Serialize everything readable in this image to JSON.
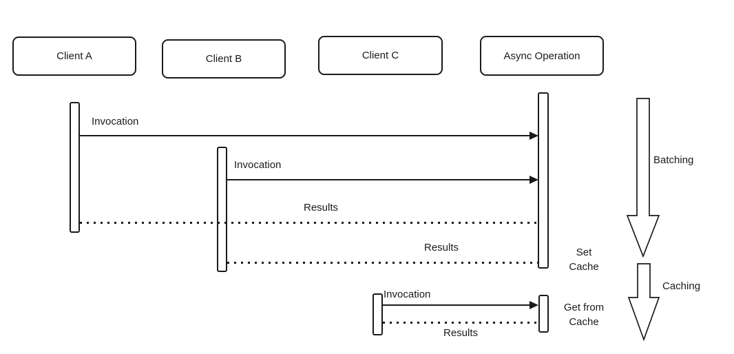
{
  "diagram": {
    "type": "sequence-diagram",
    "actors": [
      {
        "label": "Client A"
      },
      {
        "label": "Client B"
      },
      {
        "label": "Client C"
      },
      {
        "label": "Async Operation"
      }
    ],
    "messages": [
      {
        "label": "Invocation",
        "type": "solid-arrow",
        "from": "Client A",
        "to": "Async Operation"
      },
      {
        "label": "Invocation",
        "type": "solid-arrow",
        "from": "Client B",
        "to": "Async Operation"
      },
      {
        "label": "Results",
        "type": "dotted-line",
        "from": "Async Operation",
        "to": "Client A"
      },
      {
        "label": "Results",
        "type": "dotted-line",
        "from": "Async Operation",
        "to": "Client B"
      },
      {
        "label": "Invocation",
        "type": "solid-arrow",
        "from": "Client C",
        "to": "Async Operation"
      },
      {
        "label": "Results",
        "type": "dotted-line",
        "from": "Async Operation",
        "to": "Client C"
      }
    ],
    "annotations": [
      {
        "label": "Set\nCache"
      },
      {
        "label": "Get from\nCache"
      }
    ],
    "flows": [
      {
        "label": "Batching"
      },
      {
        "label": "Caching"
      }
    ],
    "colors": {
      "stroke": "#1a1a1a",
      "background": "#ffffff"
    }
  }
}
